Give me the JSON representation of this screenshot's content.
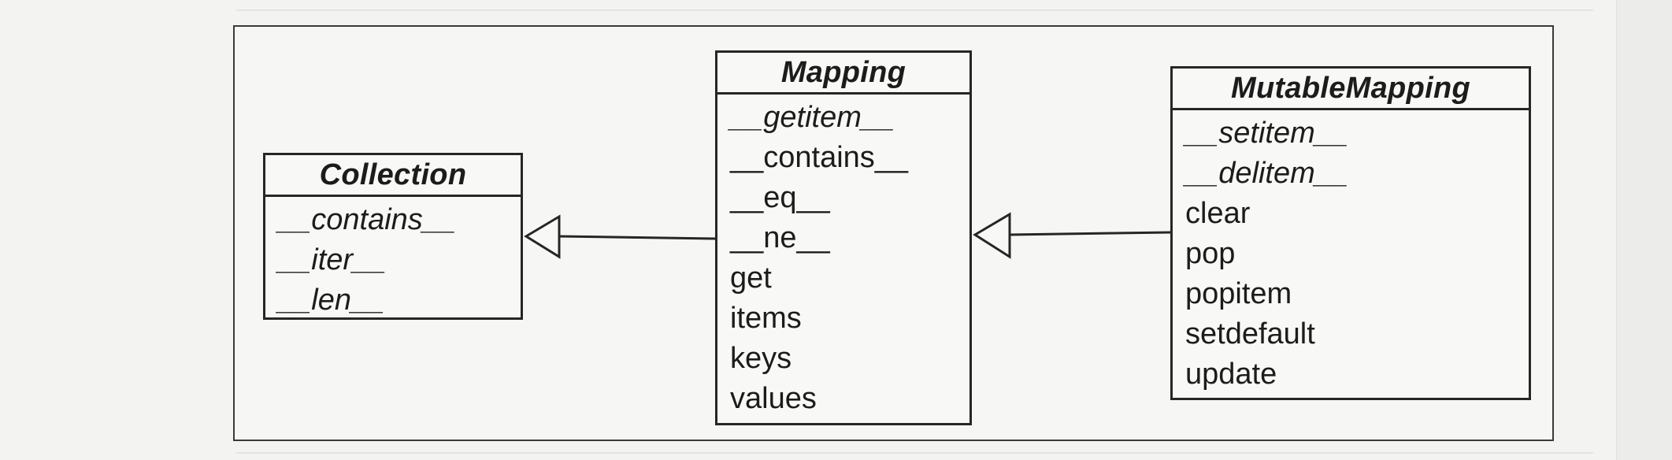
{
  "diagram": {
    "classes": [
      {
        "name": "Collection",
        "members": [
          {
            "text": "__contains__",
            "abstract": true
          },
          {
            "text": "__iter__",
            "abstract": true
          },
          {
            "text": "__len__",
            "abstract": true
          }
        ]
      },
      {
        "name": "Mapping",
        "members": [
          {
            "text": "__getitem__",
            "abstract": true
          },
          {
            "text": "__contains__",
            "abstract": false
          },
          {
            "text": "__eq__",
            "abstract": false
          },
          {
            "text": "__ne__",
            "abstract": false
          },
          {
            "text": "get",
            "abstract": false
          },
          {
            "text": "items",
            "abstract": false
          },
          {
            "text": "keys",
            "abstract": false
          },
          {
            "text": "values",
            "abstract": false
          }
        ]
      },
      {
        "name": "MutableMapping",
        "members": [
          {
            "text": "__setitem__",
            "abstract": true
          },
          {
            "text": "__delitem__",
            "abstract": true
          },
          {
            "text": "clear",
            "abstract": false
          },
          {
            "text": "pop",
            "abstract": false
          },
          {
            "text": "popitem",
            "abstract": false
          },
          {
            "text": "setdefault",
            "abstract": false
          },
          {
            "text": "update",
            "abstract": false
          }
        ]
      }
    ],
    "relations": [
      {
        "from": "Mapping",
        "to": "Collection",
        "type": "inheritance"
      },
      {
        "from": "MutableMapping",
        "to": "Mapping",
        "type": "inheritance"
      }
    ]
  }
}
